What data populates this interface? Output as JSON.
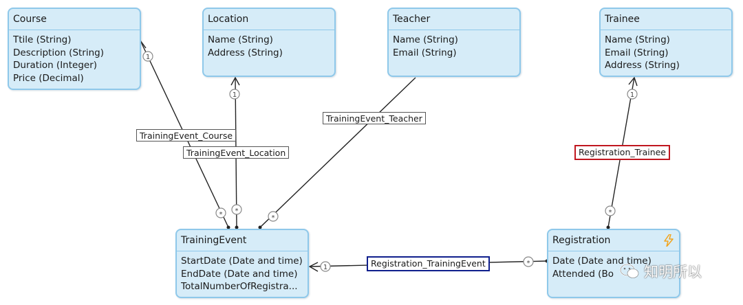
{
  "entities": {
    "course": {
      "title": "Course",
      "attributes": [
        "Ttile (String)",
        "Description (String)",
        "Duration (Integer)",
        "Price (Decimal)"
      ]
    },
    "location": {
      "title": "Location",
      "attributes": [
        "Name (String)",
        "Address (String)"
      ]
    },
    "teacher": {
      "title": "Teacher",
      "attributes": [
        "Name (String)",
        "Email (String)"
      ]
    },
    "trainee": {
      "title": "Trainee",
      "attributes": [
        "Name (String)",
        "Email (String)",
        "Address (String)"
      ]
    },
    "training_event": {
      "title": "TrainingEvent",
      "attributes": [
        "StartDate (Date and time)",
        "EndDate (Date and time)",
        "TotalNumberOfRegistra..."
      ]
    },
    "registration": {
      "title": "Registration",
      "attributes": [
        "Date (Date and time)",
        "Attended (Bo"
      ]
    }
  },
  "associations": {
    "training_event_course": "TrainingEvent_Course",
    "training_event_location": "TrainingEvent_Location",
    "training_event_teacher": "TrainingEvent_Teacher",
    "registration_trainee": "Registration_Trainee",
    "registration_training_event": "Registration_TrainingEvent"
  },
  "multiplicity": {
    "one": "1",
    "many": "*"
  },
  "watermark": {
    "text": "知明所以"
  },
  "colors": {
    "entity_fill": "#d6ecf8",
    "entity_border": "#8ec8ea",
    "selected_red": "#c0161e",
    "selected_blue": "#0e1e8c",
    "event_icon": "#f2a31b"
  }
}
